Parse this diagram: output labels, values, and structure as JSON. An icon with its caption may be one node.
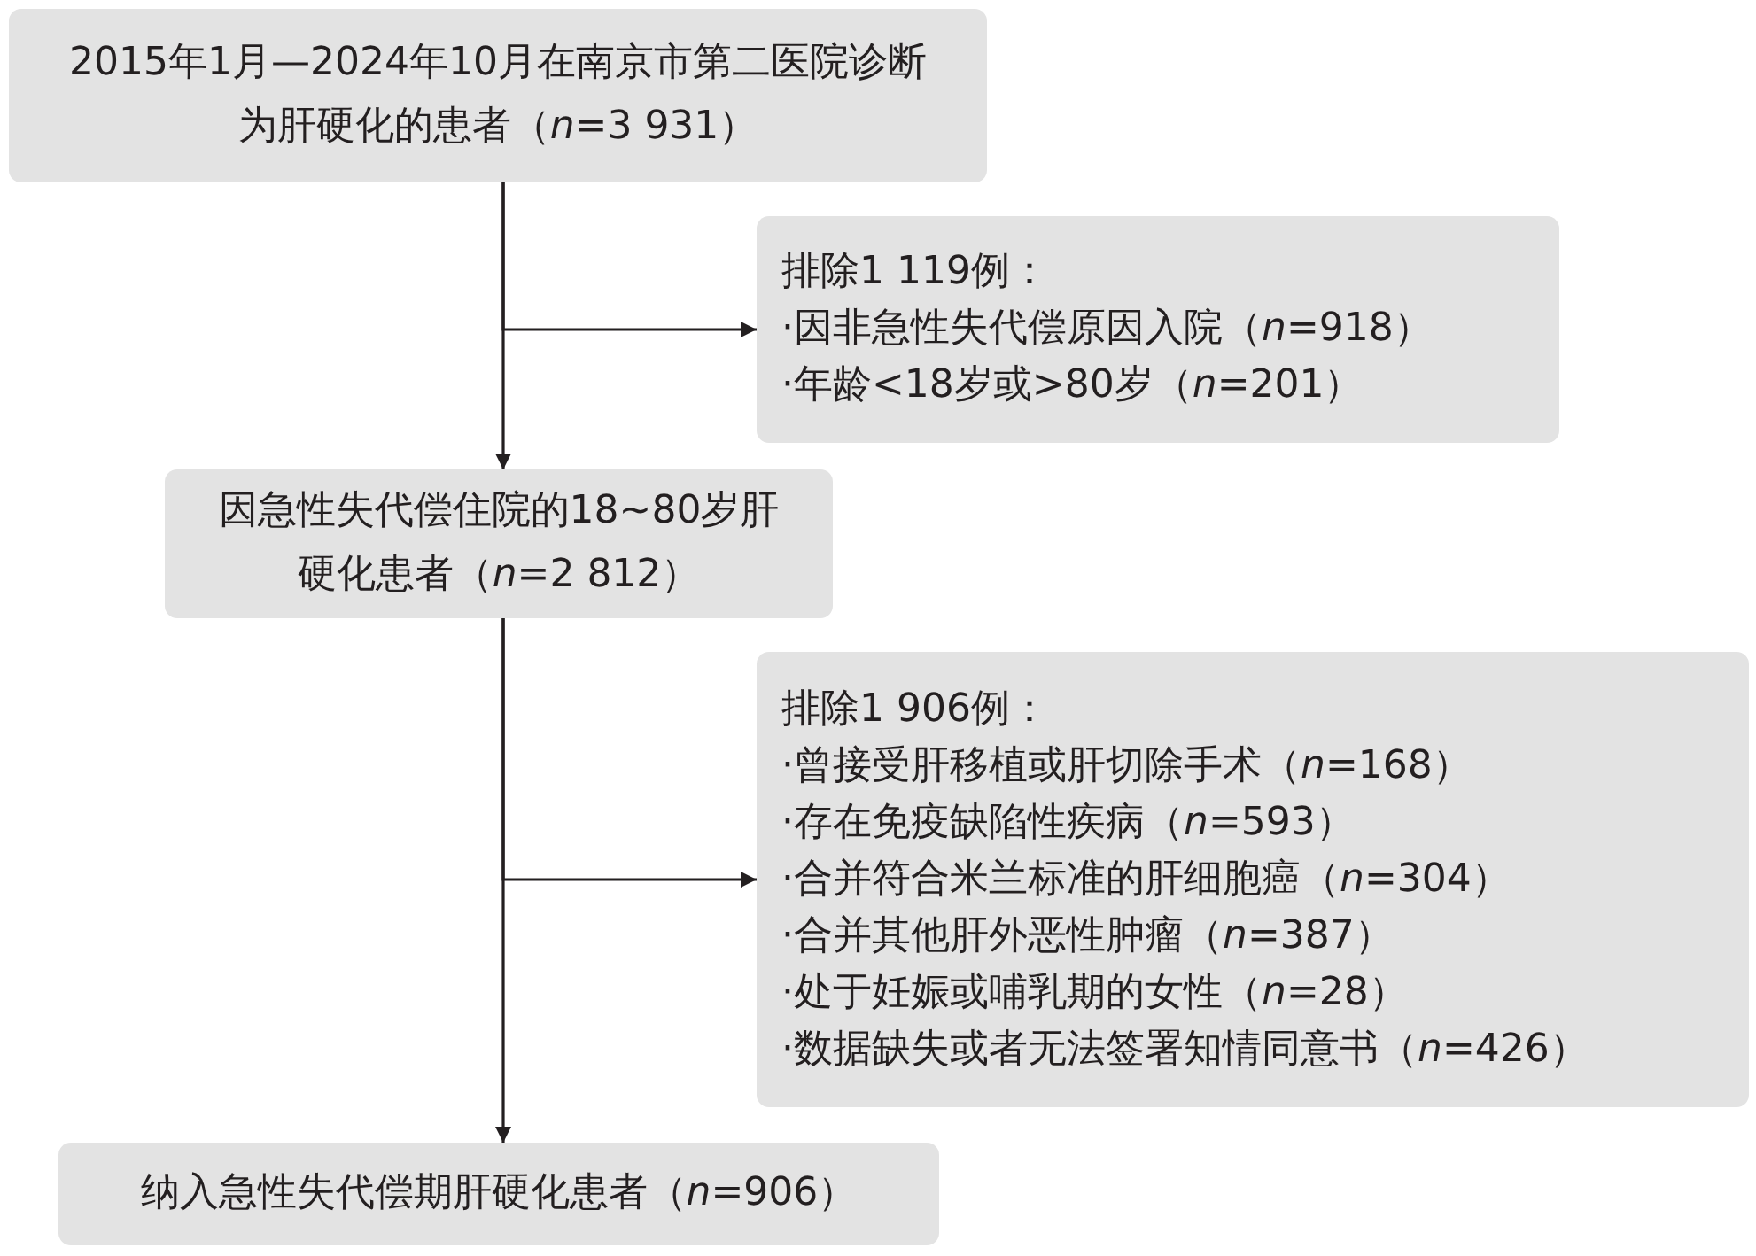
{
  "diagram": {
    "nodes": [
      {
        "text": [
          "2015年1月—2024年10月在南京市第二医院诊断为肝硬化的患者（*n*=3 931）"
        ]
      },
      {
        "text": [
          "排除1 119例：",
          "·因非急性失代偿原因入院（*n*=918）",
          "·年龄<18岁或>80岁（*n*=201）"
        ]
      },
      {
        "text": [
          "因急性失代偿住院的18~80岁肝硬化患者（*n*=2 812）"
        ]
      },
      {
        "text": [
          "排除1 906例：",
          "·曾接受肝移植或肝切除手术（*n*=168）",
          "·存在免疫缺陷性疾病（*n*=593）",
          "·合并符合米兰标准的肝细胞癌（*n*=304）",
          "·合并其他肝外恶性肿瘤（*n*=387）",
          "·处于妊娠或哺乳期的女性（*n*=28）",
          "·数据缺失或者无法签署知情同意书（*n*=426）"
        ]
      },
      {
        "text": [
          "纳入急性失代偿期肝硬化患者（*n*=906）"
        ]
      }
    ],
    "edges": [
      {
        "from": 0,
        "to": 2,
        "arrow": "to"
      },
      {
        "from": 0,
        "to": 1,
        "arrow": "to"
      },
      {
        "from": 2,
        "to": 4,
        "arrow": "to"
      },
      {
        "from": 2,
        "to": 3,
        "arrow": "to"
      }
    ]
  }
}
